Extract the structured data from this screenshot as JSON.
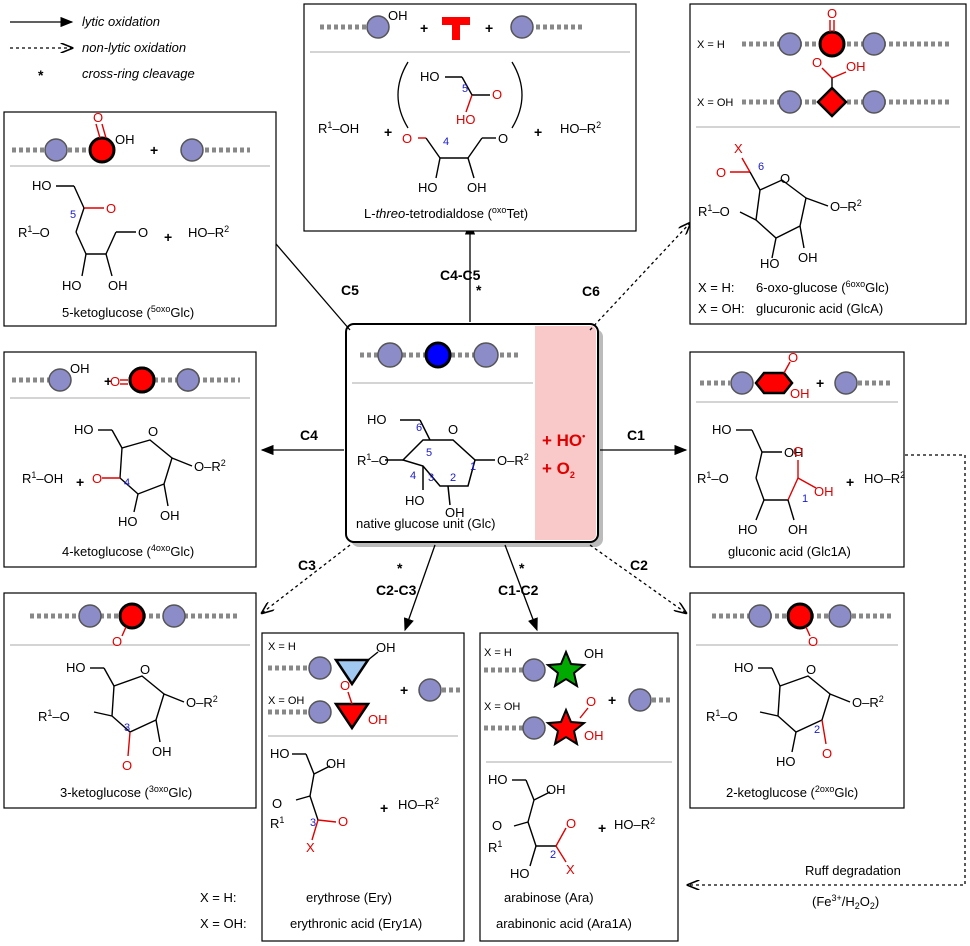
{
  "legend": {
    "lytic": "lytic oxidation",
    "nonlytic": "non-lytic oxidation",
    "star": "*",
    "crossring": "cross-ring cleavage"
  },
  "center": {
    "caption": "native glucose unit (Glc)",
    "reagent1": "+ HO",
    "reagent2": "+ O",
    "num1": "1",
    "num2": "2",
    "num3": "3",
    "num4": "4",
    "num5": "5",
    "num6": "6",
    "ho": "HO",
    "r1o": "R",
    "or2": "O–R",
    "oh": "OH"
  },
  "labels": {
    "c1": "C1",
    "c2": "C2",
    "c3": "C3",
    "c4": "C4",
    "c5": "C5",
    "c6": "C6",
    "c4c5": "C4-C5",
    "c2c3": "C2-C3",
    "c1c2": "C1-C2",
    "star": "*"
  },
  "boxes": {
    "tet": {
      "name": "L-threo-tetrodialdose",
      "prefix": "L-",
      "italic": "threo",
      "rest": "-tetrodialdose (",
      "sup": "oxo",
      "end": "Tet)"
    },
    "k5": {
      "caption": "5-ketoglucose (",
      "sup": "5oxo",
      "end": "Glc)"
    },
    "c6": {
      "xh": "X = H",
      "xoh": "X = OH",
      "cap1a": "X = H:",
      "cap1b": "6-oxo-glucose (",
      "sup": "6oxo",
      "end": "Glc)",
      "cap2a": "X = OH:",
      "cap2b": "glucuronic acid (GlcA)"
    },
    "k4": {
      "caption": "4-ketoglucose (",
      "sup": "4oxo",
      "end": "Glc)"
    },
    "gluconic": {
      "caption": "gluconic acid (Glc1A)"
    },
    "k3": {
      "caption": "3-ketoglucose (",
      "sup": "3oxo",
      "end": "Glc)"
    },
    "k2": {
      "caption": "2-ketoglucose (",
      "sup": "2oxo",
      "end": "Glc)"
    },
    "ery": {
      "xh": "X = H",
      "xoh": "X = OH",
      "cap1": "erythrose (Ery)",
      "cap2": "erythronic acid (Ery1A)"
    },
    "ara": {
      "xh": "X = H",
      "xoh": "X = OH",
      "cap1": "arabinose (Ara)",
      "cap2": "arabinonic acid (Ara1A)"
    }
  },
  "bottom": {
    "xh": "X = H:",
    "xoh": "X = OH:"
  },
  "ruff": {
    "line1": "Ruff degradation",
    "line2": "(Fe",
    "sup": "3+",
    "mid": "/H",
    "sub": "2",
    "end": "O",
    "sub2": "2",
    "close": ")"
  },
  "colors": {
    "glucose": "#8c8cc8",
    "oxidized": "#ff0000",
    "native": "#0000ff",
    "pink": "#f9c8c8",
    "green": "#00aa00",
    "lightblue": "#a0c8f0"
  }
}
